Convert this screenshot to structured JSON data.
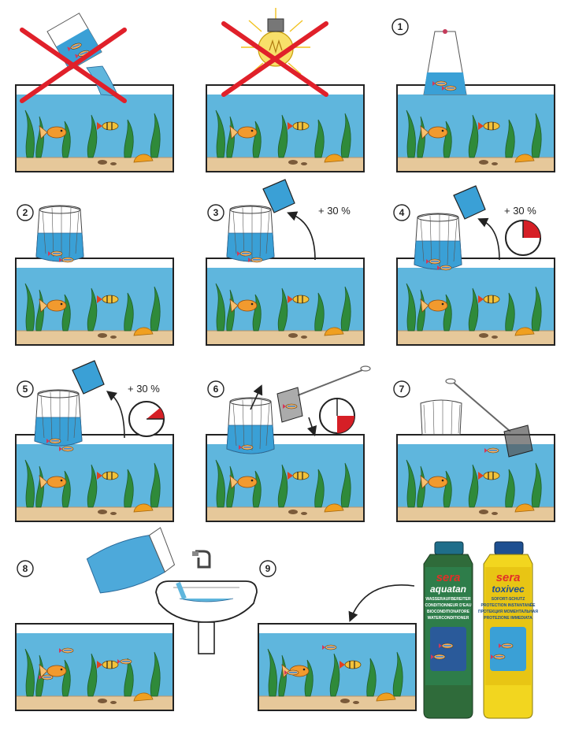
{
  "steps": [
    {
      "num": "1"
    },
    {
      "num": "2"
    },
    {
      "num": "3",
      "label": "+ 30 %"
    },
    {
      "num": "4",
      "label": "+ 30 %"
    },
    {
      "num": "5",
      "label": "+ 30 %"
    },
    {
      "num": "6"
    },
    {
      "num": "7"
    },
    {
      "num": "8"
    },
    {
      "num": "9"
    }
  ],
  "products": [
    {
      "brand": "sera",
      "name": "aquatan",
      "line1": "WASSERAUFBEREITER",
      "line2": "CONDITIONNEUR D'EAU",
      "line3": "BIOCONDITIONATORE",
      "line4": "WATERCONDITIONER",
      "colors": {
        "body": "#2f6b3a",
        "cap": "#1f6e8a",
        "label": "#2e7d4a"
      }
    },
    {
      "brand": "sera",
      "name": "toxivec",
      "line1": "SOFORT-SCHUTZ",
      "line2": "PROTECTION INSTANTANÉE",
      "line3": "ПРОТЕКЦИЯ МОМЕНТАЛЬНАЯ",
      "line4": "PROTEZIONE IMMEDIATA",
      "colors": {
        "body": "#f2d61f",
        "cap": "#1e4f91",
        "label": "#e8c514"
      }
    }
  ],
  "colors": {
    "water": "#5fb6dd",
    "water_light": "#9ad2ec",
    "gravel": "#e6c89a",
    "plant": "#2f8a3a",
    "plant_dark": "#1f5e2a",
    "cross": "#e0202a",
    "timer_fill": "#d61f26",
    "goldfish": "#f29a2e"
  }
}
